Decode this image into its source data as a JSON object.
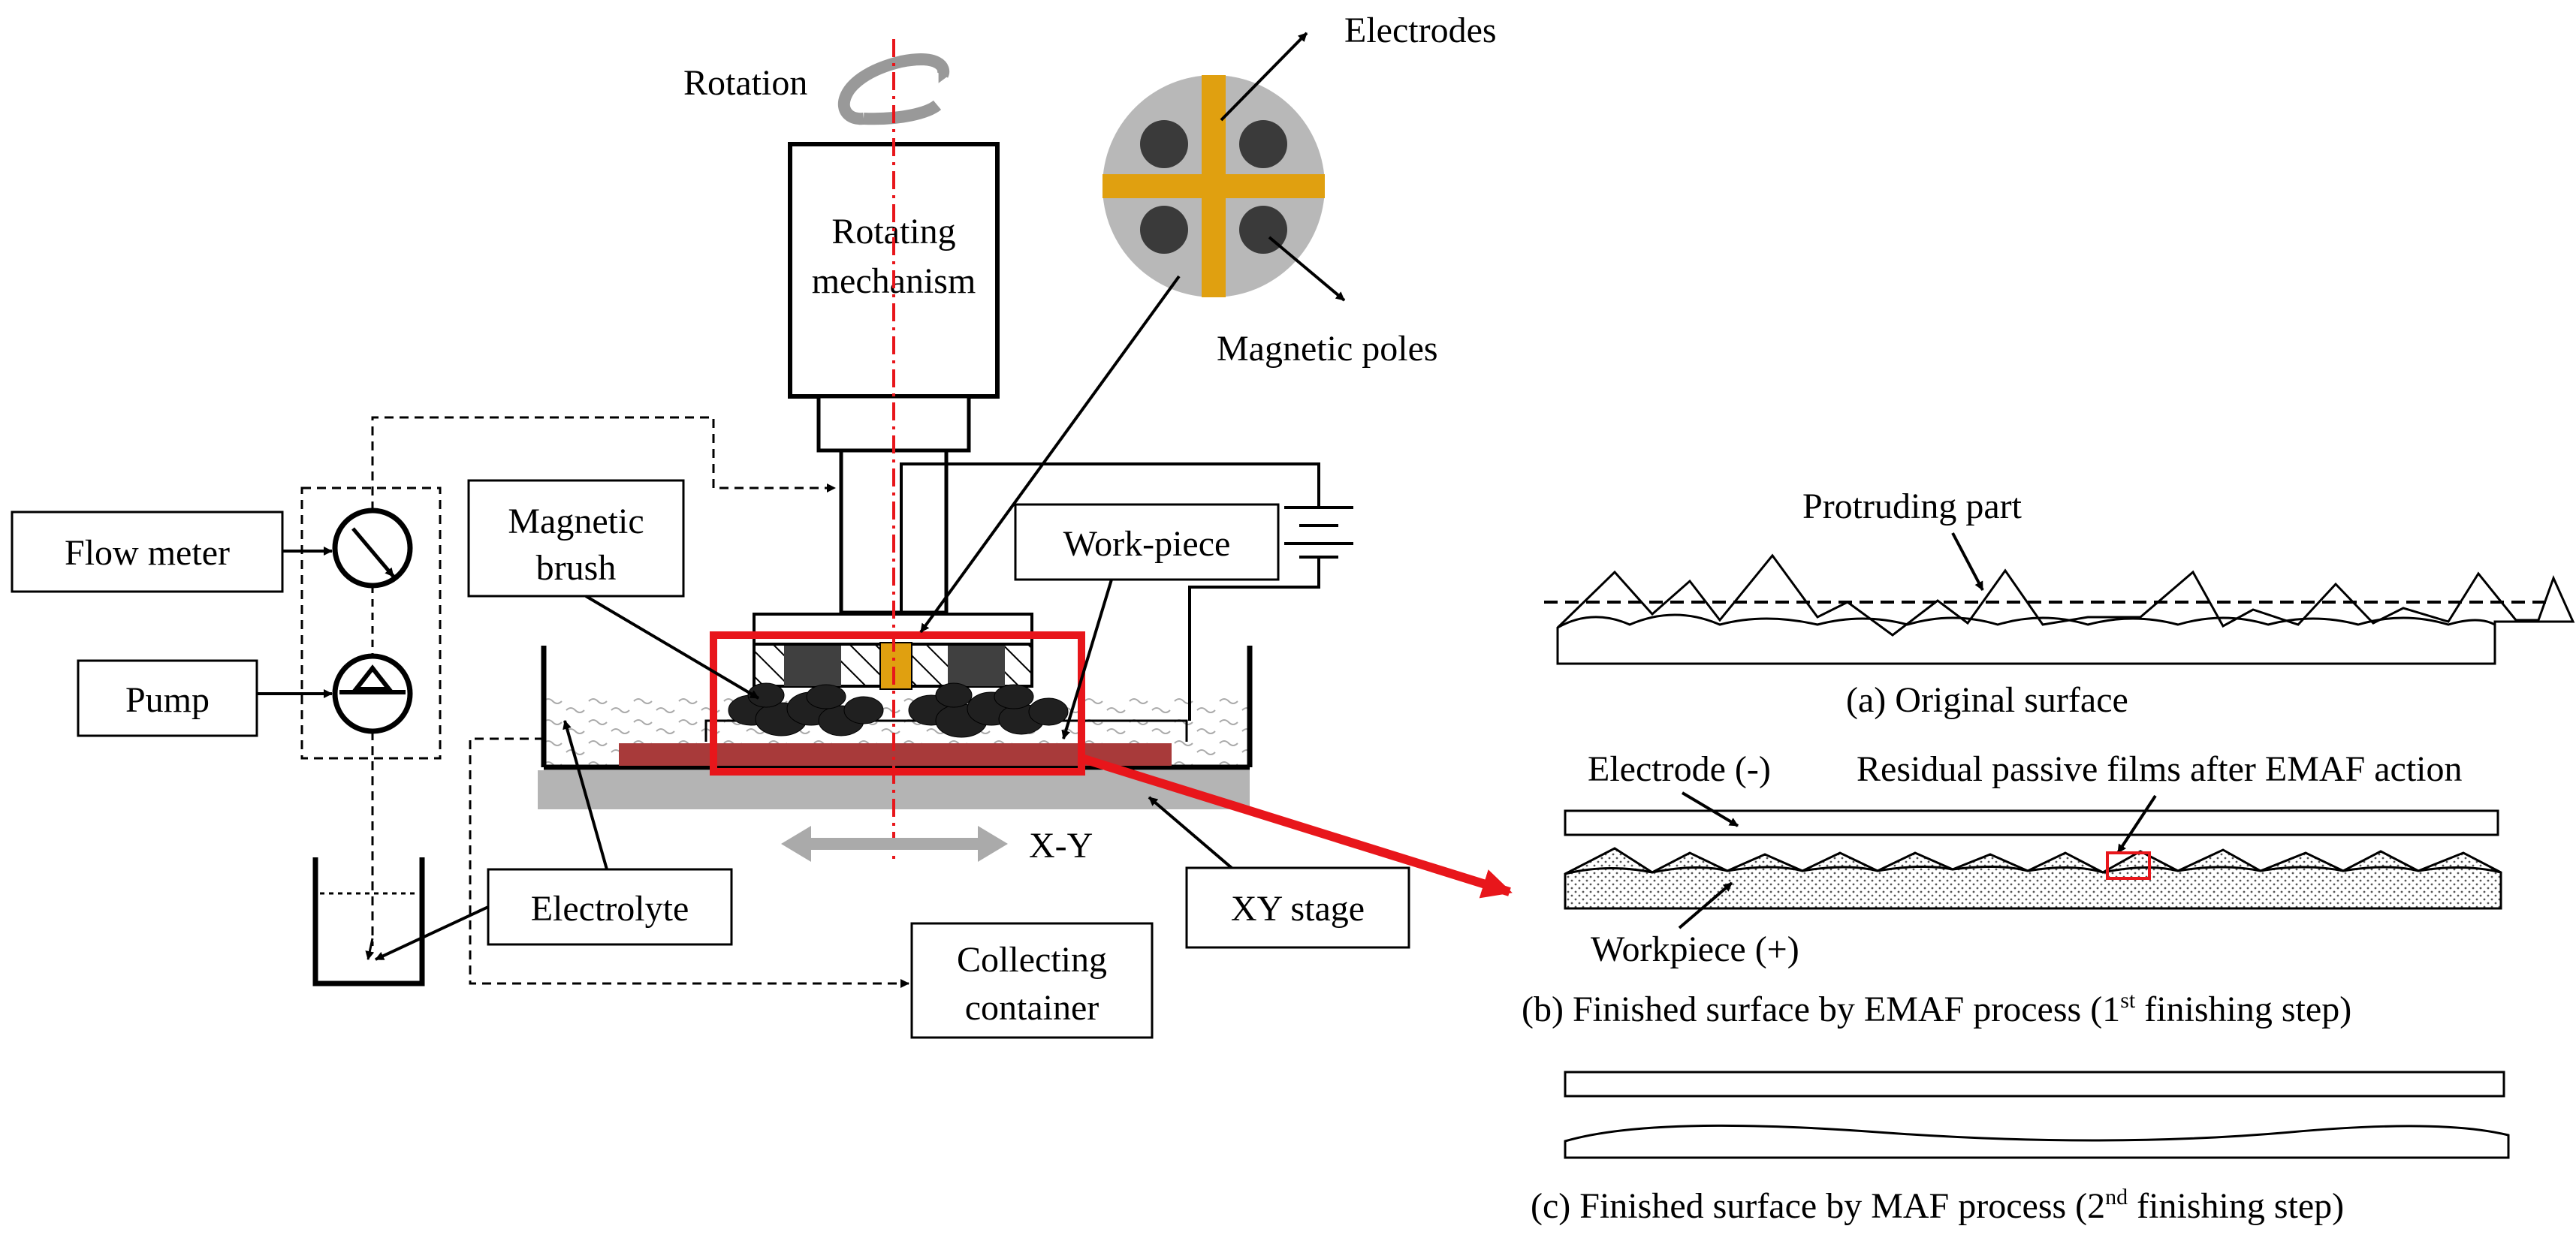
{
  "labels": {
    "rotation": "Rotation",
    "rotating_mechanism_line1": "Rotating",
    "rotating_mechanism_line2": "mechanism",
    "electrodes": "Electrodes",
    "magnetic_poles": "Magnetic poles",
    "flow_meter": "Flow meter",
    "pump": "Pump",
    "magnetic_brush_line1": "Magnetic",
    "magnetic_brush_line2": "brush",
    "work_piece": "Work-piece",
    "electrolyte": "Electrolyte",
    "xy_motion": "X-Y",
    "xy_stage": "XY stage",
    "collecting_container_line1": "Collecting",
    "collecting_container_line2": "container",
    "protruding_part": "Protruding part",
    "electrode_minus": "Electrode (-)",
    "residual_passive_films": "Residual passive films after EMAF action",
    "workpiece_plus": "Workpiece (+)"
  },
  "captions": {
    "a": "(a) Original surface",
    "b_main": "(b) Finished surface by EMAF process (1",
    "b_sup": "st",
    "b_tail": " finishing step)",
    "c_main": "(c) Finished surface by MAF process (2",
    "c_sup": "nd",
    "c_tail": " finishing step)"
  },
  "colors": {
    "highlight_red": "#e8161b",
    "electrode_orange": "#e0a010",
    "disc_gray": "#b8b8b8",
    "pole_dark": "#3a3a3a",
    "stage_gray": "#b4b4b4",
    "workpiece_red": "#a83a3a"
  }
}
